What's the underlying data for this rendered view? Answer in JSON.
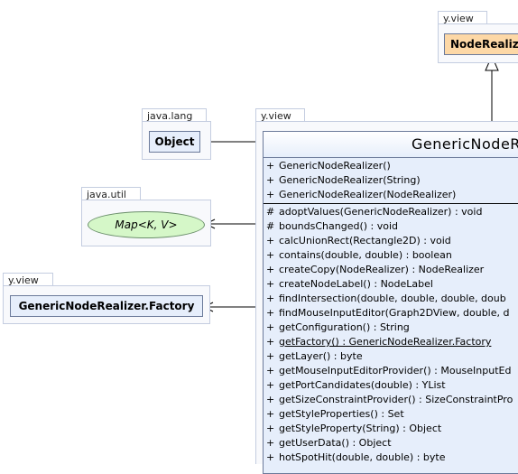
{
  "packages": {
    "yview_top": "y.view",
    "java_lang": "java.lang",
    "java_util": "java.util",
    "yview_left": "y.view",
    "yview_main": "y.view"
  },
  "classes": {
    "node_realizer": "NodeRealizer",
    "object": "Object",
    "map": "Map<K, V>",
    "factory": "GenericNodeRealizer.Factory",
    "main": "GenericNodeRealizer"
  },
  "constructors": [
    {
      "vis": "+",
      "text": "GenericNodeRealizer()"
    },
    {
      "vis": "+",
      "text": "GenericNodeRealizer(String)"
    },
    {
      "vis": "+",
      "text": "GenericNodeRealizer(NodeRealizer)"
    }
  ],
  "methods": [
    {
      "vis": "#",
      "text": "adoptValues(GenericNodeRealizer) : void"
    },
    {
      "vis": "#",
      "text": "boundsChanged() : void"
    },
    {
      "vis": "+",
      "text": "calcUnionRect(Rectangle2D) : void"
    },
    {
      "vis": "+",
      "text": "contains(double, double) : boolean"
    },
    {
      "vis": "+",
      "text": "createCopy(NodeRealizer) : NodeRealizer"
    },
    {
      "vis": "+",
      "text": "createNodeLabel() : NodeLabel"
    },
    {
      "vis": "+",
      "text": "findIntersection(double, double, double, doub"
    },
    {
      "vis": "+",
      "text": "findMouseInputEditor(Graph2DView, double, d"
    },
    {
      "vis": "+",
      "text": "getConfiguration() : String"
    },
    {
      "vis": "+",
      "text": "getFactory() : GenericNodeRealizer.Factory",
      "underline": true
    },
    {
      "vis": "+",
      "text": "getLayer() : byte"
    },
    {
      "vis": "+",
      "text": "getMouseInputEditorProvider() : MouseInputEd"
    },
    {
      "vis": "+",
      "text": "getPortCandidates(double) : YList"
    },
    {
      "vis": "+",
      "text": "getSizeConstraintProvider() : SizeConstraintPro"
    },
    {
      "vis": "+",
      "text": "getStyleProperties() : Set"
    },
    {
      "vis": "+",
      "text": "getStyleProperty(String) : Object"
    },
    {
      "vis": "+",
      "text": "getUserData() : Object"
    },
    {
      "vis": "+",
      "text": "hotSpotHit(double, double) : byte"
    }
  ],
  "colors": {
    "class_fill": "#e6eefb",
    "interface_fill": "#d5f7c8",
    "parent_fill": "#fdd8a6",
    "package_border": "#c4cde0"
  }
}
